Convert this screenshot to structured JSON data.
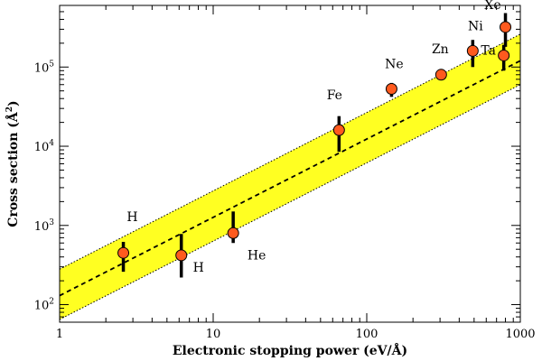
{
  "chart_data": {
    "type": "scatter",
    "xscale": "log",
    "yscale": "log",
    "xlim": [
      1,
      1000
    ],
    "ylim": [
      60,
      600000
    ],
    "xlabel": "Electronic stopping power (eV/Å)",
    "ylabel_main": "Cross section (Å",
    "ylabel_sup": "2",
    "ylabel_end": ")",
    "xticks": [
      {
        "value": 1,
        "label": "1"
      },
      {
        "value": 10,
        "label": "10"
      },
      {
        "value": 100,
        "label": "100"
      },
      {
        "value": 1000,
        "label": "1000"
      }
    ],
    "yticks": [
      {
        "value": 100,
        "base": "10",
        "exp": "2"
      },
      {
        "value": 1000,
        "base": "10",
        "exp": "3"
      },
      {
        "value": 10000,
        "base": "10",
        "exp": "4"
      },
      {
        "value": 100000,
        "base": "10",
        "exp": "5"
      }
    ],
    "fit_line": {
      "x": [
        1,
        1000
      ],
      "y": [
        130,
        120000
      ],
      "style": "dashed"
    },
    "band": {
      "upper": [
        280,
        260000
      ],
      "lower": [
        65,
        60000
      ],
      "color": "#ffff22"
    },
    "points": [
      {
        "label": "H",
        "x": 2.6,
        "y": 450,
        "ylow": 260,
        "yhigh": 620
      },
      {
        "label": "H",
        "x": 6.2,
        "y": 420,
        "ylow": 220,
        "yhigh": 780
      },
      {
        "label": "He",
        "x": 13.5,
        "y": 800,
        "ylow": 600,
        "yhigh": 1500
      },
      {
        "label": "Fe",
        "x": 66,
        "y": 16000,
        "ylow": 8500,
        "yhigh": 24000
      },
      {
        "label": "Ne",
        "x": 145,
        "y": 53000,
        "ylow": 42000,
        "yhigh": 63000
      },
      {
        "label": "Zn",
        "x": 305,
        "y": 80000,
        "ylow": 72000,
        "yhigh": 87000
      },
      {
        "label": "Ni",
        "x": 490,
        "y": 160000,
        "ylow": 100000,
        "yhigh": 220000
      },
      {
        "label": "Ta",
        "x": 780,
        "y": 140000,
        "ylow": 90000,
        "yhigh": 190000
      },
      {
        "label": "Xe",
        "x": 800,
        "y": 320000,
        "ylow": 180000,
        "yhigh": 480000
      }
    ],
    "marker_color": "#ff5a1e",
    "grid": false,
    "legend": "none"
  }
}
